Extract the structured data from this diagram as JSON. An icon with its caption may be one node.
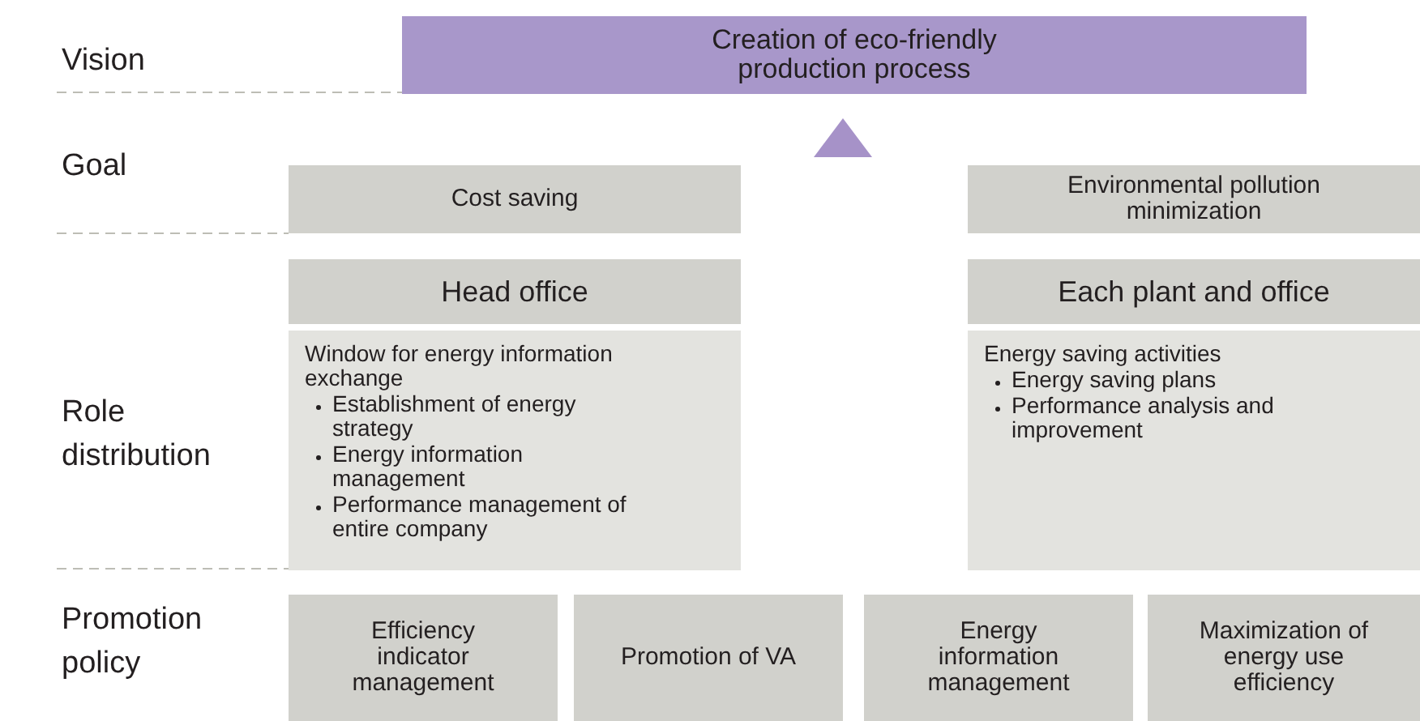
{
  "diagram": {
    "nodes": [
      {
        "text": [
          "Creation of eco-friendly production process"
        ]
      },
      {
        "text": [
          "Cost saving"
        ]
      },
      {
        "text": [
          "Environmental pollution minimization"
        ]
      },
      {
        "text": [
          "Head office"
        ]
      },
      {
        "text": [
          "Window for energy information exchange",
          "Establishment of energy strategy",
          "Energy information management",
          "Performance management of entire company"
        ]
      },
      {
        "text": [
          "Each plant and office"
        ]
      },
      {
        "text": [
          "Energy saving activities",
          "Energy saving plans",
          "Performance analysis and improvement"
        ]
      },
      {
        "text": [
          "Efficiency indicator management"
        ]
      },
      {
        "text": [
          "Promotion of VA"
        ]
      },
      {
        "text": [
          "Energy information management"
        ]
      },
      {
        "text": [
          "Maximization of energy use efficiency"
        ]
      }
    ],
    "labels": [
      "Vision",
      "Goal",
      "Role distribution",
      "Promotion policy"
    ]
  }
}
